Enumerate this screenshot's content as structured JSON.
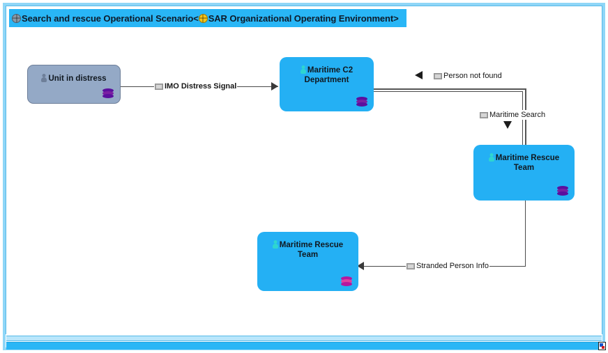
{
  "window": {
    "title_prefix_icon": "globe-gray-icon",
    "title_part1": "Search and rescue Operational Scenario<",
    "title_mid_icon": "globe-gold-icon",
    "title_part2": "SAR Organizational Operating Environment>",
    "accent_color": "#29b6f6",
    "frame_color": "#8fd6f7",
    "resize_grip_icon": "resize-grip-icon"
  },
  "diagram": {
    "type": "operational-scenario",
    "nodes": [
      {
        "id": "unit-in-distress",
        "label": "Unit in distress",
        "label_line2": "",
        "fill": "#94a9c6",
        "actor_icon": "person-icon",
        "stack_icon": "layers-icon"
      },
      {
        "id": "maritime-c2-department",
        "label": "Maritime C2",
        "label_line2": "Department",
        "fill": "#24b0f4",
        "actor_icon": "person-icon",
        "stack_icon": "layers-icon"
      },
      {
        "id": "maritime-rescue-team-right",
        "label": "Maritime Rescue",
        "label_line2": "Team",
        "fill": "#24b0f4",
        "actor_icon": "person-icon",
        "stack_icon": "layers-icon"
      },
      {
        "id": "maritime-rescue-team-bottom",
        "label": "Maritime Rescue",
        "label_line2": "Team",
        "fill": "#24b0f4",
        "actor_icon": "person-icon",
        "stack_icon": "layers-icon"
      }
    ],
    "edges": [
      {
        "id": "imo-distress-signal",
        "label": "IMO Distress Signal",
        "icon": "message-icon",
        "from": "unit-in-distress",
        "to": "maritime-c2-department"
      },
      {
        "id": "person-not-found",
        "label": "Person not found",
        "icon": "message-icon",
        "from": "maritime-rescue-team-right",
        "to": "maritime-c2-department"
      },
      {
        "id": "maritime-search",
        "label": "Maritime Search",
        "icon": "message-icon",
        "from": "maritime-c2-department",
        "to": "maritime-rescue-team-right"
      },
      {
        "id": "stranded-person-info",
        "label": "Stranded Person Info",
        "icon": "message-icon",
        "from": "maritime-rescue-team-right",
        "to": "maritime-rescue-team-bottom"
      }
    ]
  }
}
